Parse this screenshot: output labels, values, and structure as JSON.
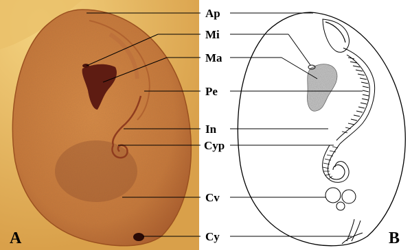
{
  "figure": {
    "panels": [
      {
        "id": "A",
        "label": "A",
        "kind": "micrograph"
      },
      {
        "id": "B",
        "label": "B",
        "kind": "line-drawing"
      }
    ],
    "structure_labels": [
      {
        "key": "ap",
        "text": "Ap"
      },
      {
        "key": "mi",
        "text": "Mi"
      },
      {
        "key": "ma",
        "text": "Ma"
      },
      {
        "key": "pe",
        "text": "Pe"
      },
      {
        "key": "in",
        "text": "In"
      },
      {
        "key": "cyp",
        "text": "Cyp"
      },
      {
        "key": "cv",
        "text": "Cv"
      },
      {
        "key": "cy",
        "text": "Cy"
      }
    ],
    "colors": {
      "cell_fill": "#c97a3a",
      "cell_edge": "#9a4d1c",
      "background_photo": "#e4b25a",
      "nucleus": "#5e1c12",
      "line_color": "#000000",
      "panel_a_letter": "#000000",
      "panel_b_letter": "#000000"
    }
  }
}
